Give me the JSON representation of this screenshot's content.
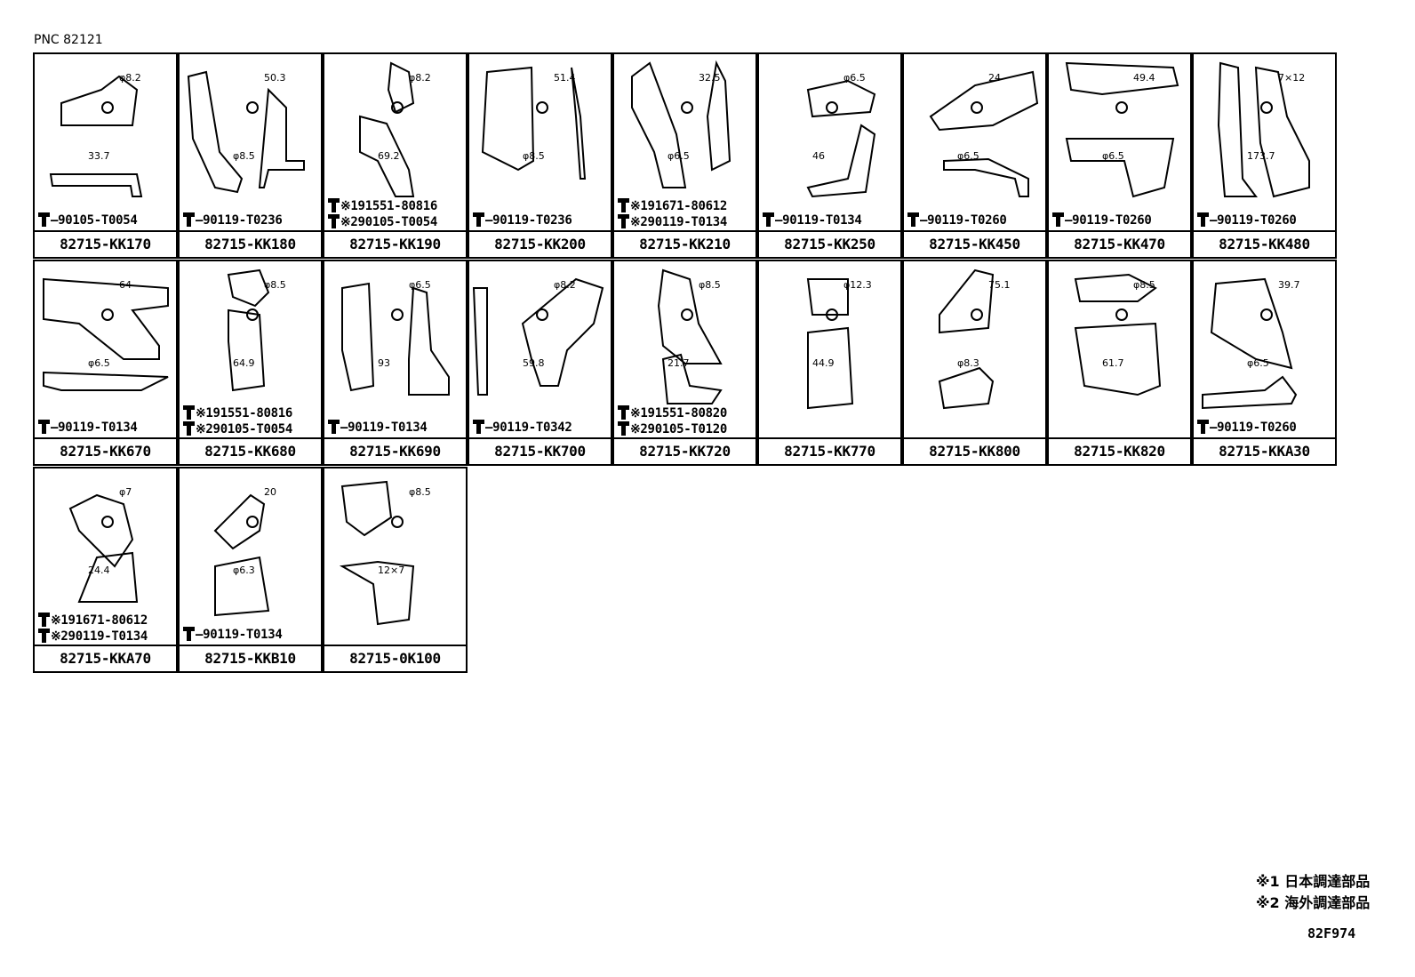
{
  "header": {
    "pnc": "PNC 82121"
  },
  "cells": [
    {
      "part": "82715-KK170",
      "bolts": [
        "90105-T0054"
      ],
      "dims": [
        "φ8.2",
        "33.7"
      ]
    },
    {
      "part": "82715-KK180",
      "bolts": [
        "90119-T0236"
      ],
      "dims": [
        "50.3",
        "φ8.5"
      ]
    },
    {
      "part": "82715-KK190",
      "bolts": [
        "※191551-80816",
        "※290105-T0054"
      ],
      "dims": [
        "φ8.2",
        "69.2"
      ]
    },
    {
      "part": "82715-KK200",
      "bolts": [
        "90119-T0236"
      ],
      "dims": [
        "51.4",
        "φ8.5"
      ]
    },
    {
      "part": "82715-KK210",
      "bolts": [
        "※191671-80612",
        "※290119-T0134"
      ],
      "dims": [
        "32.5",
        "φ6.5"
      ]
    },
    {
      "part": "82715-KK250",
      "bolts": [
        "90119-T0134"
      ],
      "dims": [
        "φ6.5",
        "46"
      ]
    },
    {
      "part": "82715-KK450",
      "bolts": [
        "90119-T0260"
      ],
      "dims": [
        "24",
        "φ6.5"
      ]
    },
    {
      "part": "82715-KK470",
      "bolts": [
        "90119-T0260"
      ],
      "dims": [
        "49.4",
        "φ6.5"
      ]
    },
    {
      "part": "82715-KK480",
      "bolts": [
        "90119-T0260"
      ],
      "dims": [
        "7×12",
        "173.7"
      ]
    },
    {
      "part": "82715-KK670",
      "bolts": [
        "90119-T0134"
      ],
      "dims": [
        "64",
        "φ6.5"
      ]
    },
    {
      "part": "82715-KK680",
      "bolts": [
        "※191551-80816",
        "※290105-T0054"
      ],
      "dims": [
        "φ8.5",
        "64.9"
      ]
    },
    {
      "part": "82715-KK690",
      "bolts": [
        "90119-T0134"
      ],
      "dims": [
        "φ6.5",
        "93"
      ]
    },
    {
      "part": "82715-KK700",
      "bolts": [
        "90119-T0342"
      ],
      "dims": [
        "φ8.2",
        "59.8"
      ]
    },
    {
      "part": "82715-KK720",
      "bolts": [
        "※191551-80820",
        "※290105-T0120"
      ],
      "dims": [
        "φ8.5",
        "21.7"
      ]
    },
    {
      "part": "82715-KK770",
      "bolts": [],
      "dims": [
        "φ12.3",
        "44.9"
      ]
    },
    {
      "part": "82715-KK800",
      "bolts": [],
      "dims": [
        "75.1",
        "φ8.3"
      ]
    },
    {
      "part": "82715-KK820",
      "bolts": [],
      "dims": [
        "φ8.5",
        "61.7"
      ]
    },
    {
      "part": "82715-KKA30",
      "bolts": [
        "90119-T0260"
      ],
      "dims": [
        "39.7",
        "φ6.5"
      ]
    },
    {
      "part": "82715-KKA70",
      "bolts": [
        "※191671-80612",
        "※290119-T0134"
      ],
      "dims": [
        "φ7",
        "24.4"
      ]
    },
    {
      "part": "82715-KKB10",
      "bolts": [
        "90119-T0134"
      ],
      "dims": [
        "20",
        "φ6.3"
      ]
    },
    {
      "part": "82715-0K100",
      "bolts": [],
      "dims": [
        "φ8.5",
        "12×7"
      ]
    }
  ],
  "legend": [
    "※1 日本調達部品",
    "※2 海外調達部品"
  ],
  "drawing_code": "82F974"
}
